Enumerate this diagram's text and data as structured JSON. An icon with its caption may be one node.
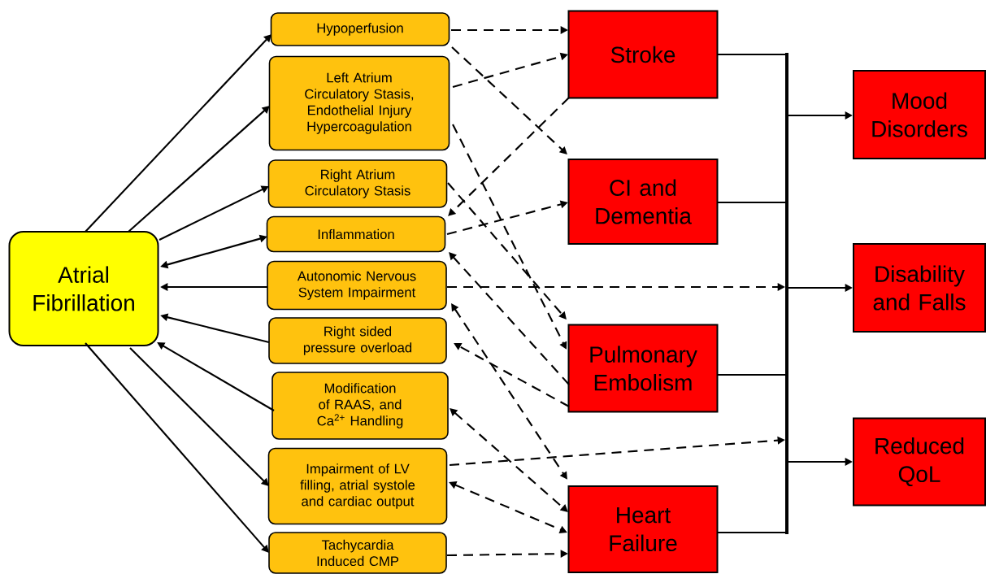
{
  "diagram": {
    "nodes": [
      {
        "text": [
          "Atrial Fibrillation"
        ]
      },
      {
        "text": [
          "Hypoperfusion"
        ]
      },
      {
        "text": [
          "Left Atrium Circulatory Stasis, Endothelial Injury Hypercoagulation"
        ]
      },
      {
        "text": [
          "Right Atrium Circulatory Stasis"
        ]
      },
      {
        "text": [
          "Inflammation"
        ]
      },
      {
        "text": [
          "Autonomic Nervous System Impairment"
        ]
      },
      {
        "text": [
          "Right sided pressure overload"
        ]
      },
      {
        "text": [
          "Modification of RAAS, and Ca$^{2+}$ Handling"
        ]
      },
      {
        "text": [
          "Impairment of LV filling, atrial systole and cardiac output"
        ]
      },
      {
        "text": [
          "Tachycardia Induced CMP"
        ]
      },
      {
        "text": [
          "Stroke"
        ]
      },
      {
        "text": [
          "CI and Dementia"
        ]
      },
      {
        "text": [
          "Pulmonary Embolism"
        ]
      },
      {
        "text": [
          "Heart Failure"
        ]
      },
      {
        "text": [],
        "shape": "bar"
      },
      {
        "text": [
          "Mood Disorders"
        ]
      },
      {
        "text": [
          "Disability and Falls"
        ]
      },
      {
        "text": [
          "Reduced QoL"
        ]
      }
    ],
    "edges": [
      {
        "from": 0,
        "to": 1,
        "arrow": "to"
      },
      {
        "from": 0,
        "to": 2,
        "arrow": "to"
      },
      {
        "from": 0,
        "to": 3,
        "arrow": "to"
      },
      {
        "from": 0,
        "to": 4,
        "arrow": "both"
      },
      {
        "from": 5,
        "to": 0,
        "arrow": "to"
      },
      {
        "from": 6,
        "to": 0,
        "arrow": "to"
      },
      {
        "from": 7,
        "to": 0,
        "arrow": "to"
      },
      {
        "from": 0,
        "to": 8,
        "arrow": "to"
      },
      {
        "from": 0,
        "to": 9,
        "arrow": "to"
      },
      {
        "from": 1,
        "to": 10,
        "arrow": "to",
        "style": "dashed"
      },
      {
        "from": 2,
        "to": 10,
        "arrow": "to",
        "style": "dashed"
      },
      {
        "from": 1,
        "to": 11,
        "arrow": "to",
        "style": "dashed"
      },
      {
        "from": 10,
        "to": 4,
        "arrow": "to",
        "style": "dashed"
      },
      {
        "from": 4,
        "to": 11,
        "arrow": "to",
        "style": "dashed"
      },
      {
        "from": 2,
        "to": 12,
        "arrow": "to",
        "style": "dashed"
      },
      {
        "from": 3,
        "to": 12,
        "arrow": "to",
        "style": "dashed"
      },
      {
        "from": 12,
        "to": 4,
        "arrow": "to",
        "style": "dashed"
      },
      {
        "from": 5,
        "to": 13,
        "arrow": "both",
        "style": "dashed"
      },
      {
        "from": 12,
        "to": 6,
        "arrow": "to",
        "style": "dashed"
      },
      {
        "from": 7,
        "to": 13,
        "arrow": "both",
        "style": "dashed"
      },
      {
        "from": 8,
        "to": 13,
        "arrow": "both",
        "style": "dashed"
      },
      {
        "from": 9,
        "to": 13,
        "arrow": "to",
        "style": "dashed"
      },
      {
        "from": 5,
        "to": 14,
        "arrow": "to",
        "style": "dashed"
      },
      {
        "from": 8,
        "to": 14,
        "arrow": "to",
        "style": "dashed"
      },
      {
        "from": 10,
        "to": 14,
        "arrow": "none"
      },
      {
        "from": 11,
        "to": 14,
        "arrow": "none"
      },
      {
        "from": 12,
        "to": 14,
        "arrow": "none"
      },
      {
        "from": 13,
        "to": 14,
        "arrow": "none"
      },
      {
        "from": 14,
        "to": 15,
        "arrow": "to"
      },
      {
        "from": 14,
        "to": 16,
        "arrow": "to"
      },
      {
        "from": 14,
        "to": 17,
        "arrow": "to"
      }
    ]
  }
}
